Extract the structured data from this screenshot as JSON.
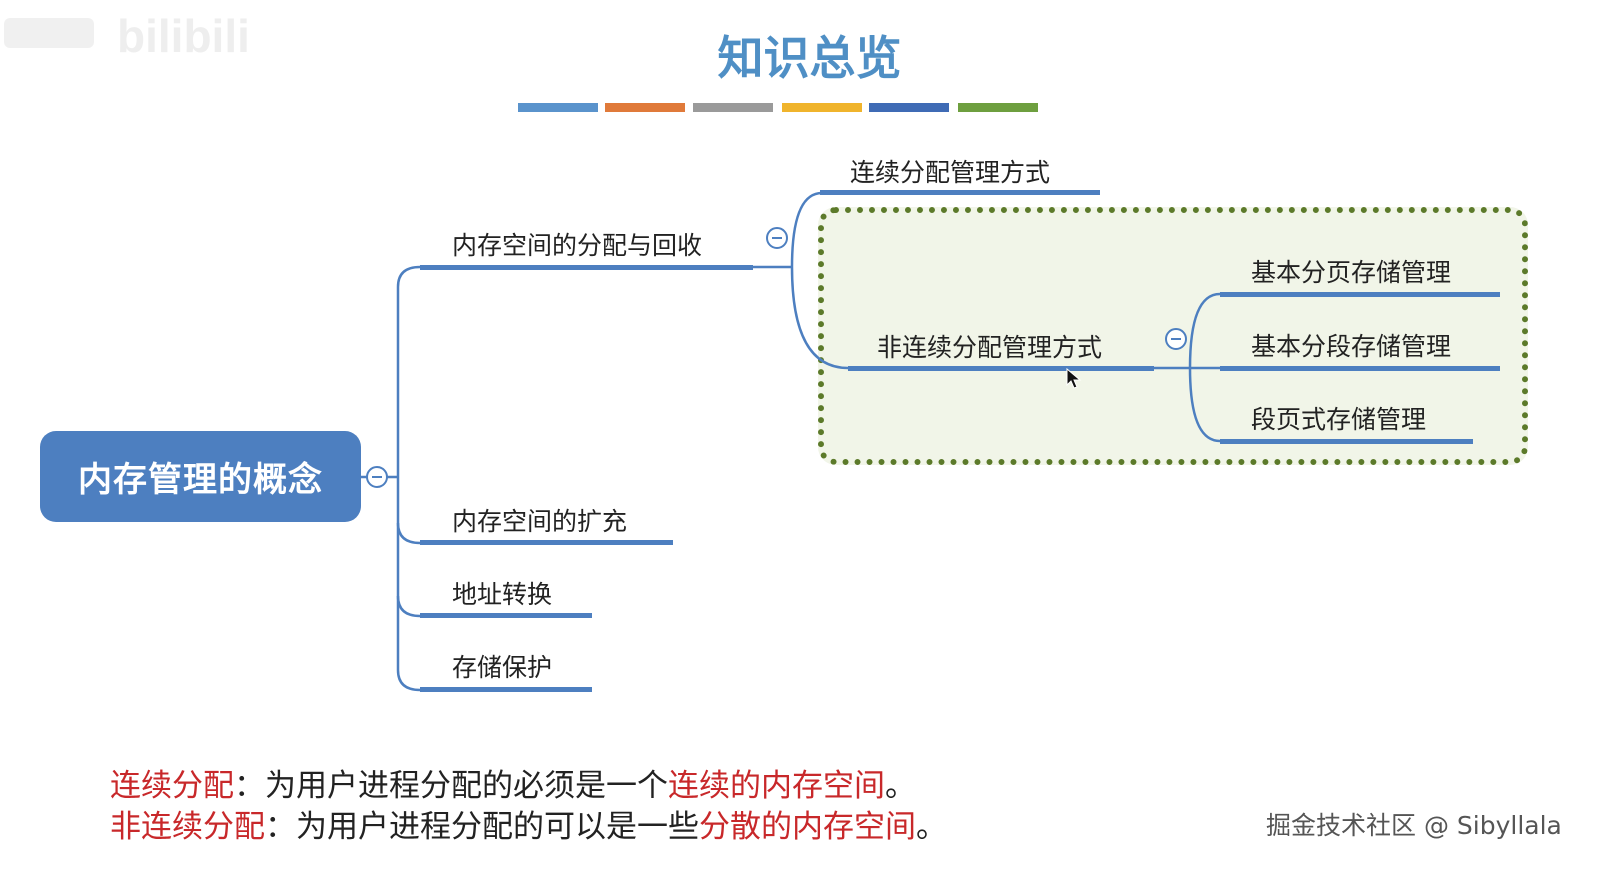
{
  "header": {
    "title": "知识总览",
    "color_bars": [
      "#5a93cc",
      "#e07a3a",
      "#9a9a9a",
      "#f0b42c",
      "#3f6bb5",
      "#6e9f3f"
    ]
  },
  "mindmap": {
    "root": "内存管理的概念",
    "branches": {
      "alloc": "内存空间的分配与回收",
      "expand": "内存空间的扩充",
      "addr": "地址转换",
      "protect": "存储保护"
    },
    "alloc_children": {
      "contiguous": "连续分配管理方式",
      "noncontiguous": "非连续分配管理方式"
    },
    "noncontig_children": {
      "paging": "基本分页存储管理",
      "segment": "基本分段存储管理",
      "segpage": "段页式存储管理"
    }
  },
  "notes": {
    "line1": {
      "term": "连续分配",
      "colon": "：",
      "text": "为用户进程分配的必须是一个",
      "emph": "连续的内存空间",
      "end": "。"
    },
    "line2": {
      "term": "非连续分配",
      "colon": "：",
      "text": "为用户进程分配的可以是一些",
      "emph": "分散的内存空间",
      "end": "。"
    }
  },
  "watermark": "掘金技术社区 @ Sibyllala",
  "colors": {
    "accent": "#4d7fc0",
    "emphasis": "#c8282a",
    "box_border": "#5c7a2a",
    "box_fill": "#f1f5e8"
  },
  "icons": [
    "bilibili-logo",
    "collapse-icon",
    "cursor-icon"
  ]
}
